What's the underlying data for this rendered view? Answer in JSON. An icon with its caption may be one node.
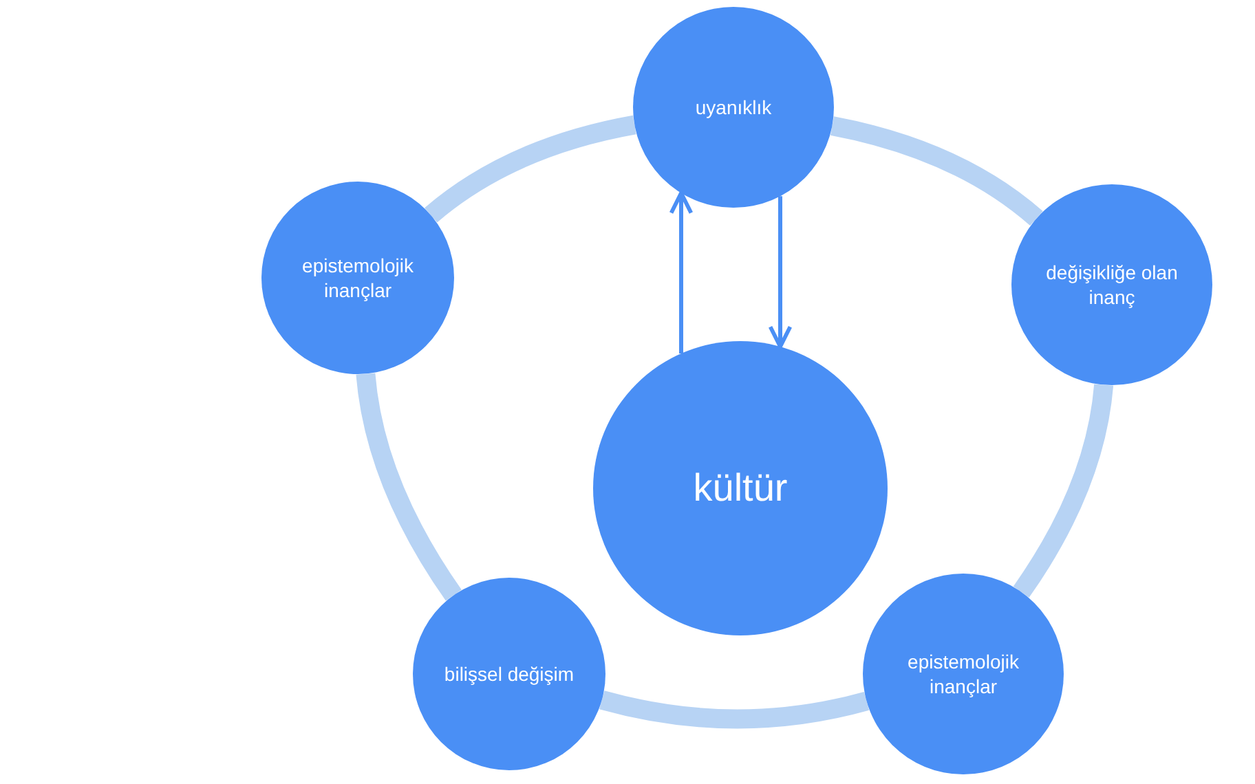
{
  "diagram": {
    "nodes": [
      {
        "text": [
          "uyanıklık"
        ]
      },
      {
        "text": [
          "epistemolojik inançlar"
        ]
      },
      {
        "text": [
          "değişikliğe olan inanç"
        ]
      },
      {
        "text": [
          "kültür"
        ]
      },
      {
        "text": [
          "bilişsel değişim"
        ]
      },
      {
        "text": [
          "epistemolojik inançlar"
        ]
      }
    ],
    "edges": [
      {
        "from": 0,
        "to": 2,
        "arrow": "none"
      },
      {
        "from": 2,
        "to": 5,
        "arrow": "none"
      },
      {
        "from": 5,
        "to": 4,
        "arrow": "none"
      },
      {
        "from": 4,
        "to": 1,
        "arrow": "none"
      },
      {
        "from": 1,
        "to": 0,
        "arrow": "none"
      },
      {
        "from": 3,
        "to": 0,
        "arrow": "to",
        "color": "#4a8ff5"
      },
      {
        "from": 0,
        "to": 3,
        "arrow": "to",
        "color": "#4a8ff5"
      }
    ]
  }
}
